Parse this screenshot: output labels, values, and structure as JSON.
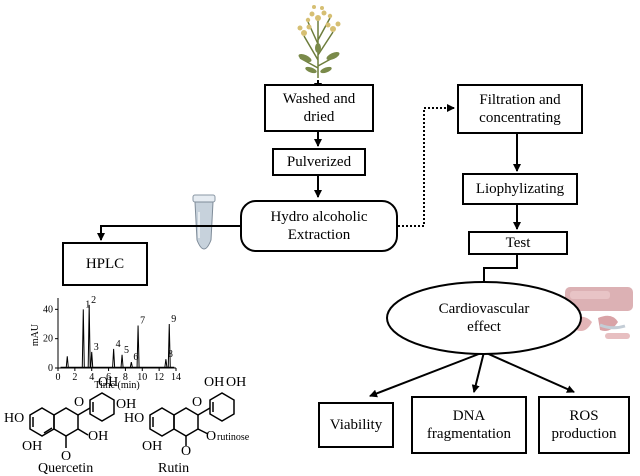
{
  "nodes": {
    "washed": "Washed and\ndried",
    "pulverized": "Pulverized",
    "extraction": "Hydro alcoholic\nExtraction",
    "hplc": "HPLC",
    "filtration": "Filtration and\nconcentrating",
    "liophylizating": "Liophylizating",
    "test": "Test",
    "cardio": "Cardiovascular\neffect",
    "viability": "Viability",
    "dna": "DNA\nfragmentation",
    "ros": "ROS\nproduction"
  },
  "hplc_chart": {
    "ylabel": "mAU",
    "xlabel": "Time (min)",
    "yticks": [
      "0",
      "20",
      "40"
    ],
    "xticks": [
      "0",
      "2",
      "4",
      "6",
      "8",
      "10",
      "12",
      "14"
    ]
  },
  "chart_data": {
    "type": "line",
    "title": "",
    "xlabel": "Time (min)",
    "ylabel": "mAU",
    "xlim": [
      0,
      14
    ],
    "ylim": [
      0,
      45
    ],
    "peaks": [
      {
        "label": "",
        "time": 1.1,
        "height": 8
      },
      {
        "label": "1",
        "time": 3.0,
        "height": 40
      },
      {
        "label": "2",
        "time": 3.7,
        "height": 43
      },
      {
        "label": "3",
        "time": 4.0,
        "height": 11
      },
      {
        "label": "4",
        "time": 6.6,
        "height": 13
      },
      {
        "label": "5",
        "time": 7.6,
        "height": 9
      },
      {
        "label": "6",
        "time": 8.7,
        "height": 4
      },
      {
        "label": "7",
        "time": 9.5,
        "height": 29
      },
      {
        "label": "8",
        "time": 12.8,
        "height": 6
      },
      {
        "label": "9",
        "time": 13.2,
        "height": 30
      }
    ]
  },
  "molecules": {
    "quercetin": {
      "name": "Quercetin",
      "groups": [
        "HO",
        "OH",
        "OH",
        "O",
        "OH",
        "OH",
        "O"
      ]
    },
    "rutin": {
      "name": "Rutin",
      "groups": [
        "HO",
        "OH",
        "OH",
        "O",
        "OH",
        "O",
        "O",
        "rutinose"
      ]
    }
  },
  "colors": {
    "line": "#000000",
    "box_bg": "#ffffff",
    "plant": "#7a8a4a",
    "flower": "#d9c27a",
    "tissue": "#d8a8ac",
    "tube": "#c7d2dc"
  },
  "icons": [
    "plant-image",
    "eppendorf-tube-icon",
    "tissue-samples-image"
  ]
}
